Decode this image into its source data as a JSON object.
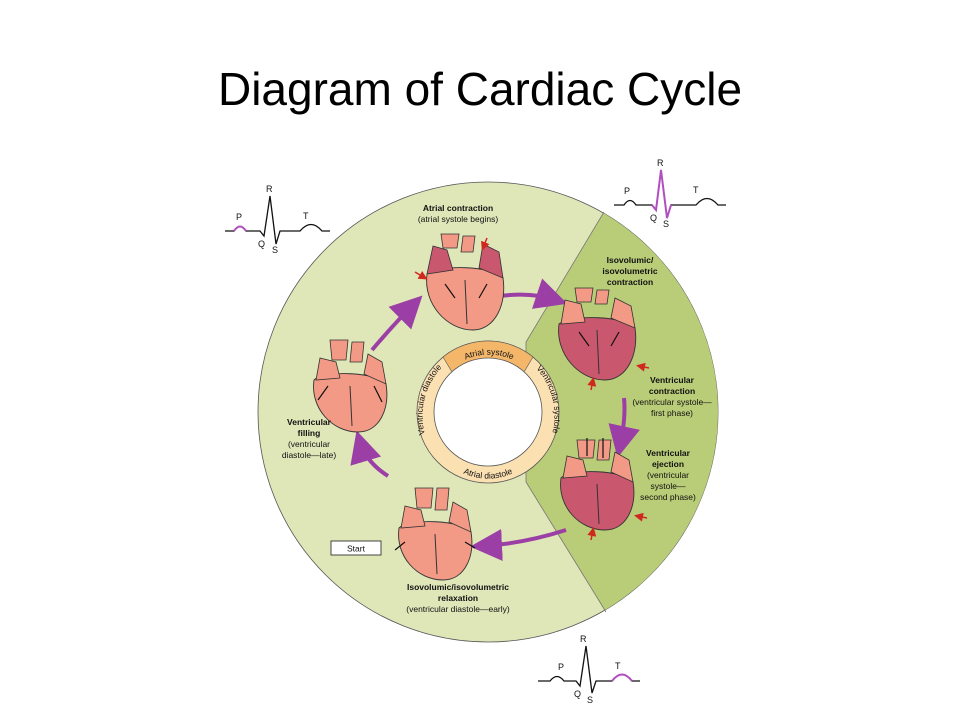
{
  "title": "Diagram of Cardiac Cycle",
  "colors": {
    "outer_ring": "#dfe6b8",
    "systole_wedge": "#b9cc78",
    "inner_ring": "#fbe0b2",
    "arrow": "#9b3fa6",
    "heart": "#f29a86",
    "heart_dark": "#c9576e",
    "red_arrow": "#d0281e"
  },
  "phases": {
    "atrial_contraction": {
      "title": "Atrial contraction",
      "sub": "(atrial systole begins)"
    },
    "isovolumic_contraction": {
      "line1": "Isovolumic/",
      "line2": "isovolumetric",
      "line3": "contraction"
    },
    "ventricular_contraction": {
      "line1": "Ventricular",
      "line2": "contraction",
      "sub1": "(ventricular systole—",
      "sub2": "first phase)"
    },
    "ventricular_ejection": {
      "line1": "Ventricular",
      "line2": "ejection",
      "sub1": "(ventricular",
      "sub2": "systole—",
      "sub3": "second phase)"
    },
    "isovolumic_relaxation": {
      "line1": "Isovolumic/isovolumetric",
      "line2": "relaxation",
      "sub": "(ventricular diastole—early)"
    },
    "ventricular_filling": {
      "line1": "Ventricular",
      "line2": "filling",
      "sub1": "(ventricular",
      "sub2": "diastole—late)"
    }
  },
  "inner_labels": {
    "atrial_systole": "Atrial systole",
    "atrial_diastole": "Atrial diastole",
    "ventricular_diastole": "Ventricular diastole",
    "ventricular_systole": "Ventricular systole"
  },
  "start_label": "Start",
  "ecg": {
    "p": "P",
    "q": "Q",
    "r": "R",
    "s": "S",
    "t": "T"
  }
}
